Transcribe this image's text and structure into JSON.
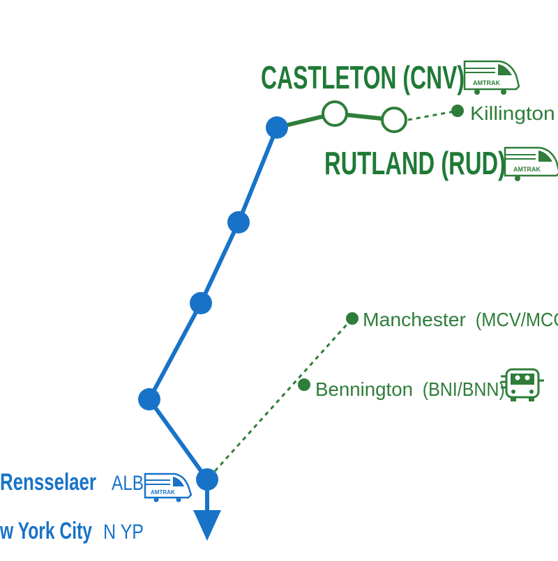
{
  "colors": {
    "main_line": "#1873c8",
    "branch_line": "#2e7d3a",
    "title_green": "#1f7a36",
    "background": "#ffffff"
  },
  "stations": {
    "castleton": {
      "name": "CASTLETON (CNV)",
      "icon": "amtrak-train-icon"
    },
    "rutland": {
      "name": "RUTLAND (RUD)",
      "icon": "amtrak-train-icon"
    },
    "killington": {
      "name": "Killington (",
      "icon": "bus-stop-dot"
    },
    "manchester": {
      "name": "Manchester",
      "code": "(MCV/MCC"
    },
    "bennington": {
      "name": "Bennington",
      "code": "(BNI/BNN)",
      "icon": "bus-icon"
    },
    "albany": {
      "name": "Rensselaer",
      "code": "ALB",
      "icon": "amtrak-train-icon"
    },
    "nyc": {
      "name": "w York City",
      "code": "N YP"
    }
  },
  "train_badge_text": "AMTRAK",
  "direction_arrow": "south-arrow-icon"
}
